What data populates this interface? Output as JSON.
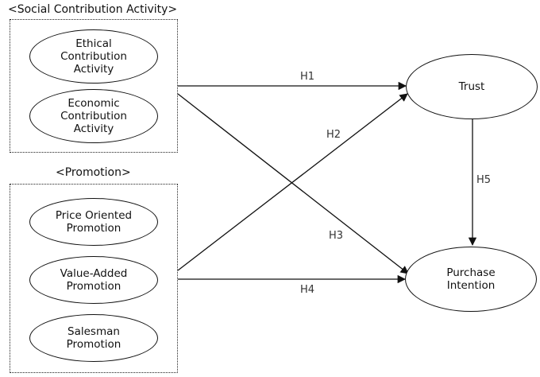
{
  "groups": {
    "social": {
      "title": "<Social Contribution Activity>",
      "items": [
        {
          "line1": "Ethical",
          "line2": "Contribution",
          "line3": "Activity"
        },
        {
          "line1": "Economic",
          "line2": "Contribution",
          "line3": "Activity"
        }
      ]
    },
    "promotion": {
      "title": "<Promotion>",
      "items": [
        {
          "line1": "Price Oriented",
          "line2": "Promotion"
        },
        {
          "line1": "Value-Added",
          "line2": "Promotion"
        },
        {
          "line1": "Salesman",
          "line2": "Promotion"
        }
      ]
    }
  },
  "outcomes": {
    "trust": "Trust",
    "purchase_line1": "Purchase",
    "purchase_line2": "Intention"
  },
  "hypotheses": {
    "h1": "H1",
    "h2": "H2",
    "h3": "H3",
    "h4": "H4",
    "h5": "H5"
  }
}
